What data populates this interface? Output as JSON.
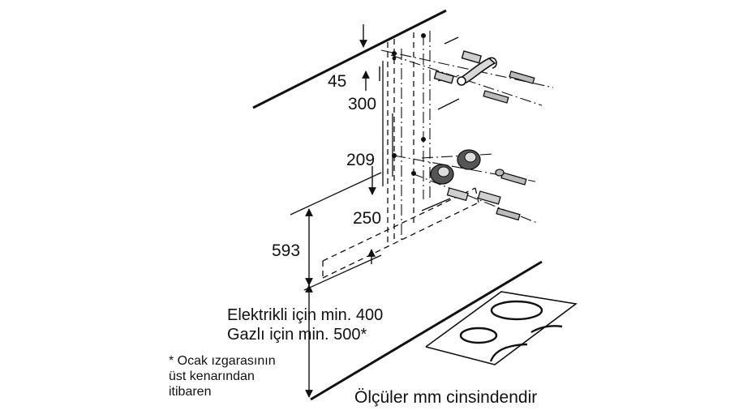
{
  "diagram": {
    "dimensions": [
      "45",
      "300",
      "209",
      "250",
      "593"
    ],
    "electric_requirement": "Elektrikli için min. 400",
    "gas_requirement": "Gazlı için min. 500*",
    "footnote_lines": [
      "* Ocak ızgarasının",
      "üst kenarından",
      "itibaren"
    ],
    "units_note": "Ölçüler mm cinsindendir"
  }
}
